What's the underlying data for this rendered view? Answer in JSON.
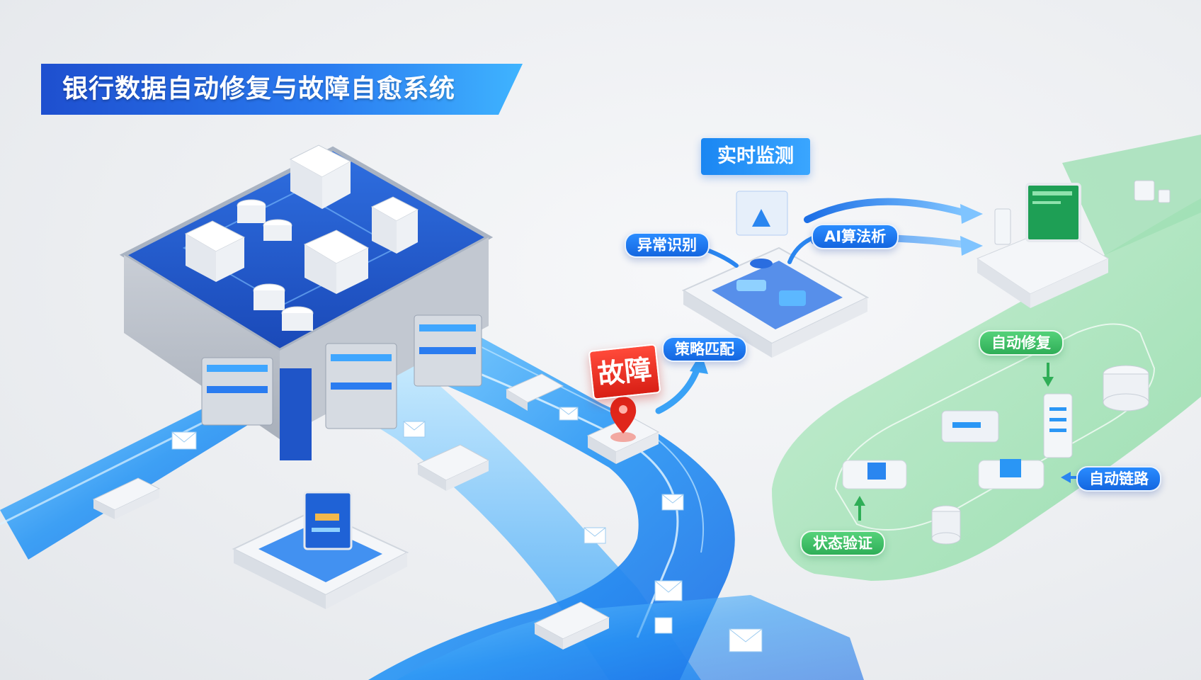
{
  "title": "银行数据自动修复与故障自愈系统",
  "labels": {
    "realtime_monitoring": "实时监测",
    "anomaly_detection": "异常识别",
    "ai_algorithm": "AI算法析",
    "strategy_matching": "策略匹配",
    "fault": "故障",
    "auto_repair": "自动修复",
    "auto_link": "自动链路",
    "status_verification": "状态验证"
  },
  "colors": {
    "title_banner": "#2a7cf0",
    "data_stream": "#1e8cf5",
    "fault_red": "#e0261b",
    "repair_green": "#3cc46a",
    "datacenter_blue": "#1f55c8"
  }
}
